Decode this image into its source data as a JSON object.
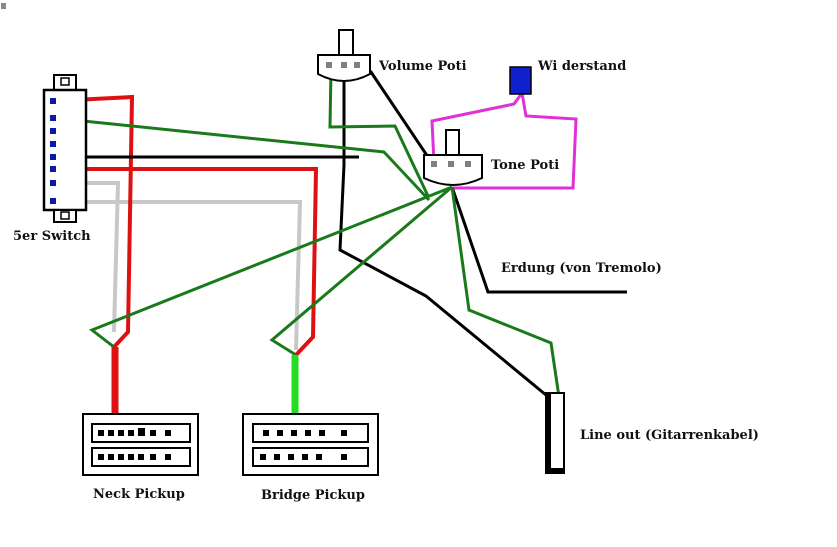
{
  "labels": {
    "volume_poti": "Volume Poti",
    "widerstand": "Wi derstand",
    "tone_poti": "Tone Poti",
    "switch": "5er Switch",
    "erdung": "Erdung (von Tremolo)",
    "line_out": "Line out (Gitarrenkabel)",
    "neck_pickup": "Neck Pickup",
    "bridge_pickup": "Bridge Pickup"
  },
  "colors": {
    "wire_red": "#dd1111",
    "wire_green": "#1a7a1a",
    "wire_bright_green": "#22dd22",
    "wire_gray": "#c8c8c8",
    "wire_black": "#000000",
    "wire_magenta": "#e030d8",
    "resistor_blue": "#1020cc",
    "switch_lug_blue": "#0a1aa8",
    "pot_lug_gray": "#808080"
  }
}
